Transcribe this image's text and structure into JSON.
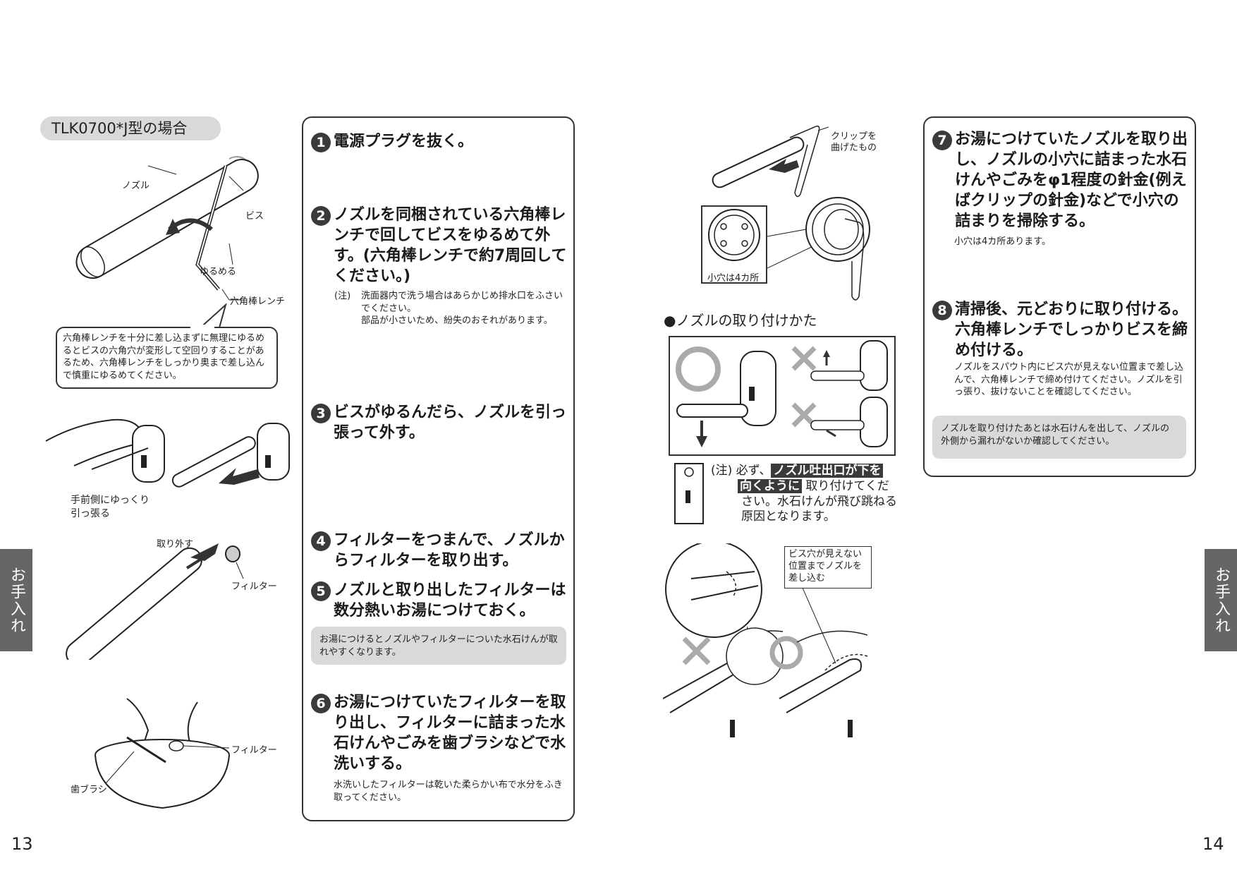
{
  "left_page": {
    "model_tag": "TLK0700*J型の場合",
    "labels": {
      "nozzle": "ノズル",
      "screw": "ビス",
      "loosen": "ゆるめる",
      "hex_wrench": "六角棒レンチ",
      "pull_gently": "手前側にゆっくり\n引っ張る",
      "remove": "取り外す",
      "filter1": "フィルター",
      "filter2": "フィルター",
      "toothbrush": "歯ブラシ"
    },
    "callout": "六角棒レンチを十分に差し込まずに無理にゆるめるとビスの六角穴が変形して空回りすることがあるため、六角棒レンチをしっかり奥まで差し込んで慎重にゆるめてください。",
    "page_number": "13",
    "side_tab": "お手入れ"
  },
  "center_box": {
    "steps": [
      {
        "num": "1",
        "title": "電源プラグを抜く。"
      },
      {
        "num": "2",
        "title": "ノズルを同梱されている六角棒レンチで回してビスをゆるめて外す。(六角棒レンチで約7周回してください。)",
        "note_tag": "(注)",
        "note_lines": [
          "洗面器内で洗う場合はあらかじめ排水口をふさいでください。",
          "部品が小さいため、紛失のおそれがあります。"
        ]
      },
      {
        "num": "3",
        "title": "ビスがゆるんだら、ノズルを引っ張って外す。"
      },
      {
        "num": "4",
        "title": "フィルターをつまんで、ノズルからフィルターを取り出す。"
      },
      {
        "num": "5",
        "title": "ノズルと取り出したフィルターは数分熱いお湯につけておく。",
        "gray_note": "お湯につけるとノズルやフィルターについた水石けんが取れやすくなります。"
      },
      {
        "num": "6",
        "title": "お湯につけていたフィルターを取り出し、フィルターに詰まった水石けんやごみを歯ブラシなどで水洗いする。",
        "body": "水洗いしたフィルターは乾いた柔らかい布で水分をふき取ってください。"
      }
    ]
  },
  "right_page": {
    "labels": {
      "clip": "クリップを\n曲げたもの",
      "small_holes": "小穴は4カ所",
      "insert_nozzle": "ビス穴が見えない\n位置までノズルを\n差し込む"
    },
    "install_heading": "●ノズルの取り付けかた",
    "install_note": {
      "tag": "(注)",
      "pre": "必ず、",
      "highlight1": "ノズル吐出口が下を",
      "highlight2": "向くように",
      "post1": "取り付けてくだ",
      "post2": "さい。水石けんが飛び跳ねる原因となります。"
    },
    "page_number": "14",
    "side_tab": "お手入れ"
  },
  "right_box": {
    "steps": [
      {
        "num": "7",
        "title": "お湯につけていたノズルを取り出し、ノズルの小穴に詰まった水石けんやごみをφ1程度の針金(例えばクリップの針金)などで小穴の詰まりを掃除する。",
        "body": "小穴は4カ所あります。"
      },
      {
        "num": "8",
        "title": "清掃後、元どおりに取り付ける。六角棒レンチでしっかりビスを締め付ける。",
        "body": "ノズルをスパウト内にビス穴が見えない位置まで差し込んで、六角棒レンチで締め付けてください。ノズルを引っ張り、抜けないことを確認してください。",
        "gray_note": "ノズルを取り付けたあとは水石けんを出して、ノズルの外側から漏れがないか確認してください。"
      }
    ]
  },
  "colors": {
    "dark": "#3a3a3a",
    "gray_fill": "#d9d9d9",
    "tab": "#666666",
    "ok_circle": "#aaaaaa",
    "ng_cross": "#aaaaaa"
  }
}
